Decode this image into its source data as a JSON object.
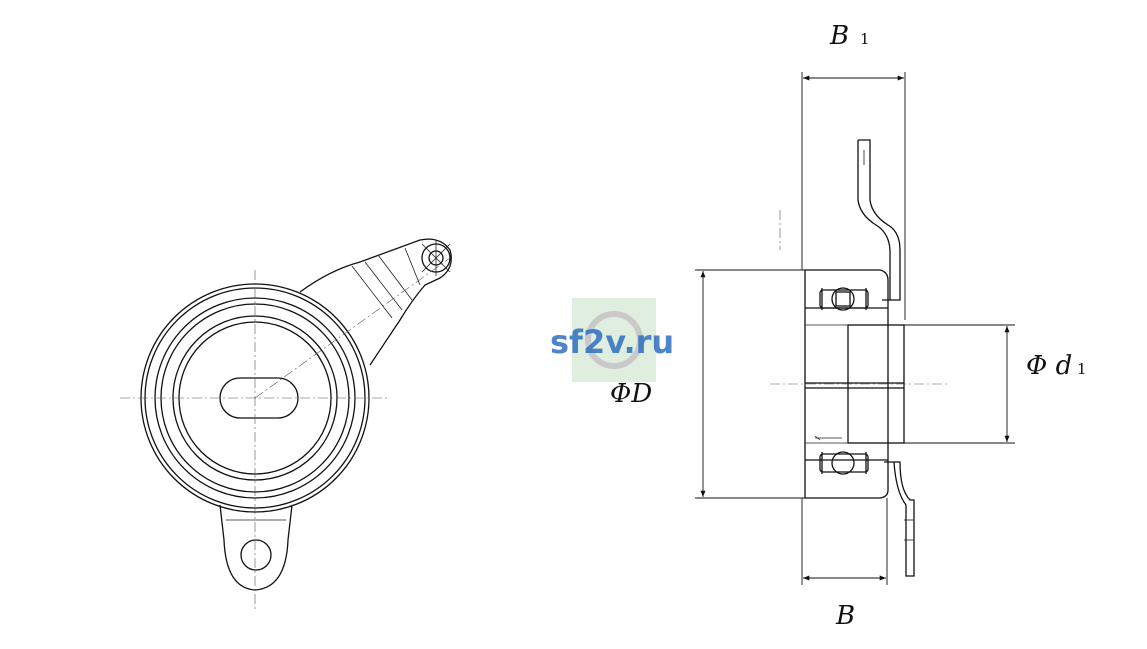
{
  "labels": {
    "b1": "B",
    "b1_sub": "1",
    "b": "B",
    "phi_d": "ΦD",
    "phi_d1": "Φ d",
    "phi_d1_sub": "1"
  },
  "watermark": {
    "text": "sf2v.ru",
    "color": "#2f6fc1",
    "logo_bg": "#d7ead6"
  }
}
